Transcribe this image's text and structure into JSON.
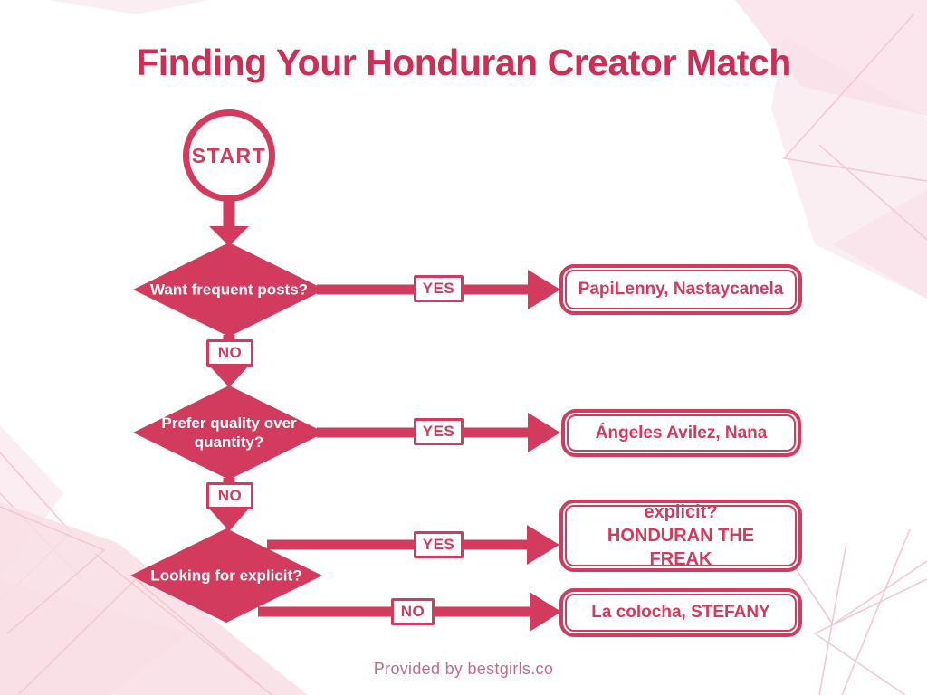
{
  "colors": {
    "accent": "#d23a5e",
    "title-color": "#ce2e55",
    "footer-color": "#bf6e86",
    "deco-fill": "#f8dee5",
    "deco-stroke": "#f2c9d3"
  },
  "title": "Finding Your Honduran Creator Match",
  "start_label": "START",
  "footer": "Provided by bestgirls.co",
  "flow": {
    "decisions": [
      {
        "question": "Want frequent posts?",
        "yes_label": "YES",
        "no_label": "NO",
        "yes_result": "PapiLenny, Nastaycanela"
      },
      {
        "question": "Prefer quality over quantity?",
        "yes_label": "YES",
        "no_label": "NO",
        "yes_result": "Ángeles Avilez, Nana"
      },
      {
        "question": "Looking for explicit?",
        "yes_label": "YES",
        "no_label": "NO",
        "yes_result_line1": "explicit?",
        "yes_result_line2": "HONDURAN THE FREAK",
        "no_result": "La colocha, STEFANY"
      }
    ]
  }
}
